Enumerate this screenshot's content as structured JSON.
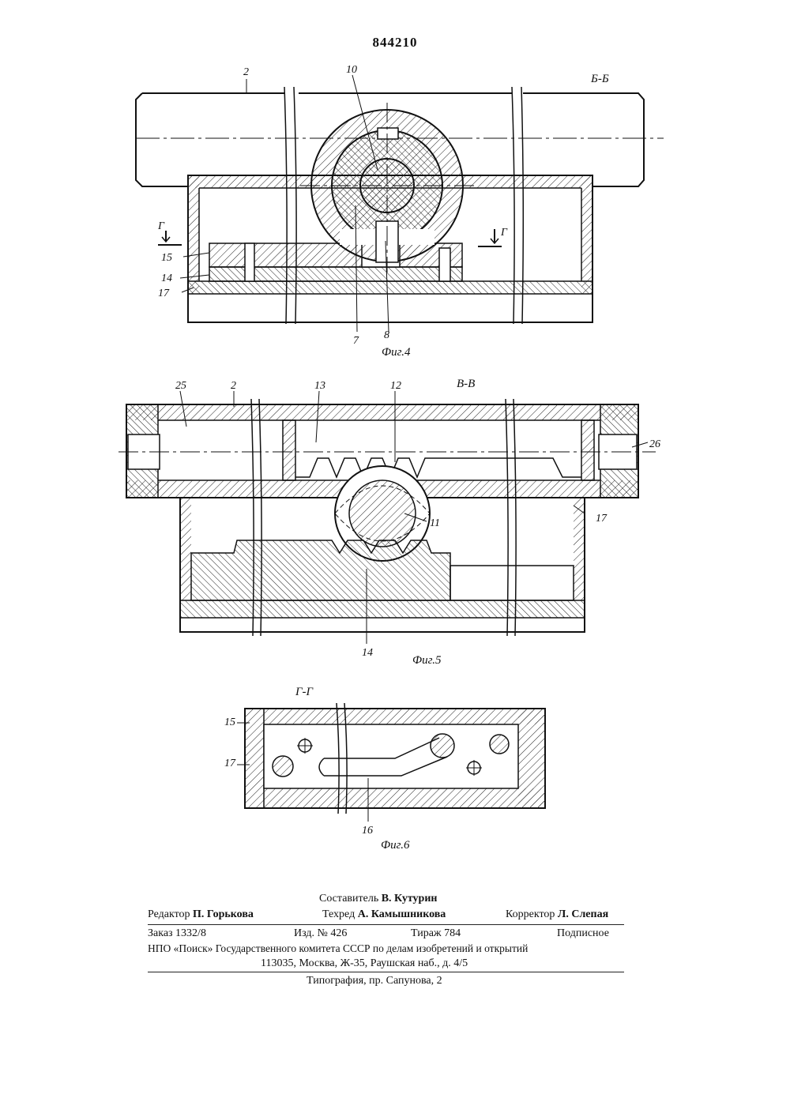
{
  "patent_number": "844210",
  "figures": {
    "fig4": {
      "section": "Б-Б",
      "caption": "Фиг.4",
      "callouts": [
        "2",
        "10",
        "15",
        "14",
        "17",
        "7",
        "8"
      ],
      "cut_mark": "Г"
    },
    "fig5": {
      "section": "В-В",
      "caption": "Фиг.5",
      "callouts": [
        "25",
        "2",
        "13",
        "12",
        "26",
        "11",
        "17",
        "14"
      ]
    },
    "fig6": {
      "section": "Г-Г",
      "caption": "Фиг.6",
      "callouts": [
        "15",
        "17",
        "16"
      ]
    }
  },
  "imprint": {
    "compiler_label": "Составитель",
    "compiler": "В. Кутурин",
    "editor_label": "Редактор",
    "editor": "П. Горькова",
    "techred_label": "Техред",
    "techred": "А. Камышникова",
    "corrector_label": "Корректор",
    "corrector": "Л. Слепая",
    "order": "Заказ 1332/8",
    "edition": "Изд. № 426",
    "print_run": "Тираж 784",
    "subscription": "Подписное",
    "publisher": "НПО «Поиск» Государственного комитета СССР по делам изобретений и открытий",
    "address": "113035, Москва, Ж-35, Раушская наб., д. 4/5",
    "printer": "Типография, пр. Сапунова, 2"
  }
}
